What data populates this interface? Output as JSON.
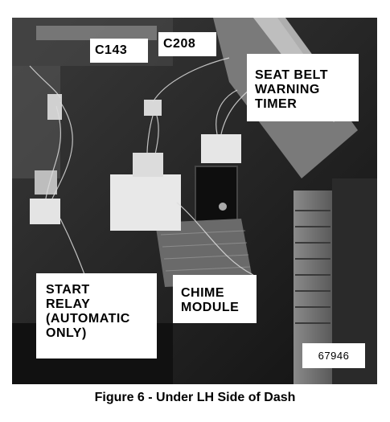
{
  "figure": {
    "caption": "Figure 6 - Under LH Side of Dash",
    "part_number": "67946"
  },
  "callouts": {
    "c143": "C143",
    "c208": "C208",
    "seat_belt_timer": "SEAT BELT\nWARNING\nTIMER",
    "start_relay": "START\nRELAY\n(AUTOMATIC\nONLY)",
    "chime_module": "CHIME\nMODULE"
  }
}
